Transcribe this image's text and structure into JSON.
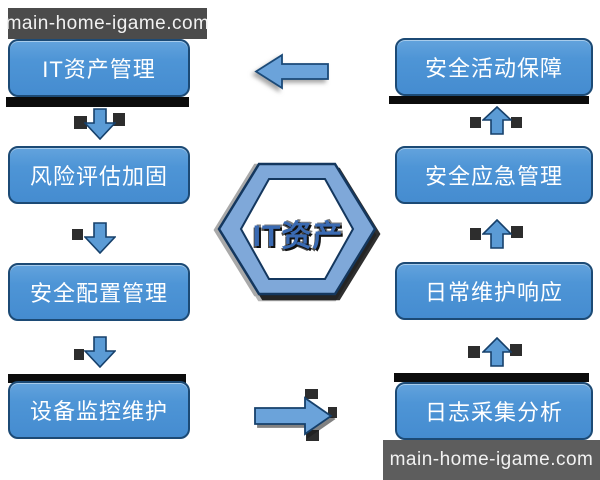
{
  "watermark": {
    "top_text": "main-home-igame.com",
    "bottom_text": "main-home-igame.com"
  },
  "diagram": {
    "center": {
      "label": "IT资产",
      "shape": "hexagon"
    },
    "left_flow": {
      "connector": "down-arrow",
      "items": [
        {
          "label": "IT资产管理"
        },
        {
          "label": "风险评估加固"
        },
        {
          "label": "安全配置管理"
        },
        {
          "label": "设备监控维护"
        }
      ]
    },
    "right_flow": {
      "connector": "up-arrow",
      "items": [
        {
          "label": "安全活动保障"
        },
        {
          "label": "安全应急管理"
        },
        {
          "label": "日常维护响应"
        },
        {
          "label": "日志采集分析"
        }
      ]
    },
    "cross_arrows": [
      {
        "name": "top-center-arrow",
        "direction": "left",
        "from": "安全活动保障",
        "to": "IT资产管理"
      },
      {
        "name": "bottom-center-arrow",
        "direction": "right",
        "from": "设备监控维护",
        "to": "日志采集分析"
      }
    ]
  },
  "colors": {
    "node_fill": "#4e95d6",
    "node_border": "#1c4a75",
    "node_text": "#ffffff",
    "arrow_fill": "#5b9bd5",
    "arrow_border": "#1f4e79",
    "hexagon_band": "#7fa8d9",
    "hexagon_outline": "#14375e",
    "hexagon_text": "#3a6ab2",
    "watermark_top_bg": "#4b4b4b",
    "watermark_bottom_bg": "#5d5d5d",
    "watermark_text": "#f2f2f2",
    "shadow_black": "#0c0c0c",
    "background": "#ffffff"
  }
}
